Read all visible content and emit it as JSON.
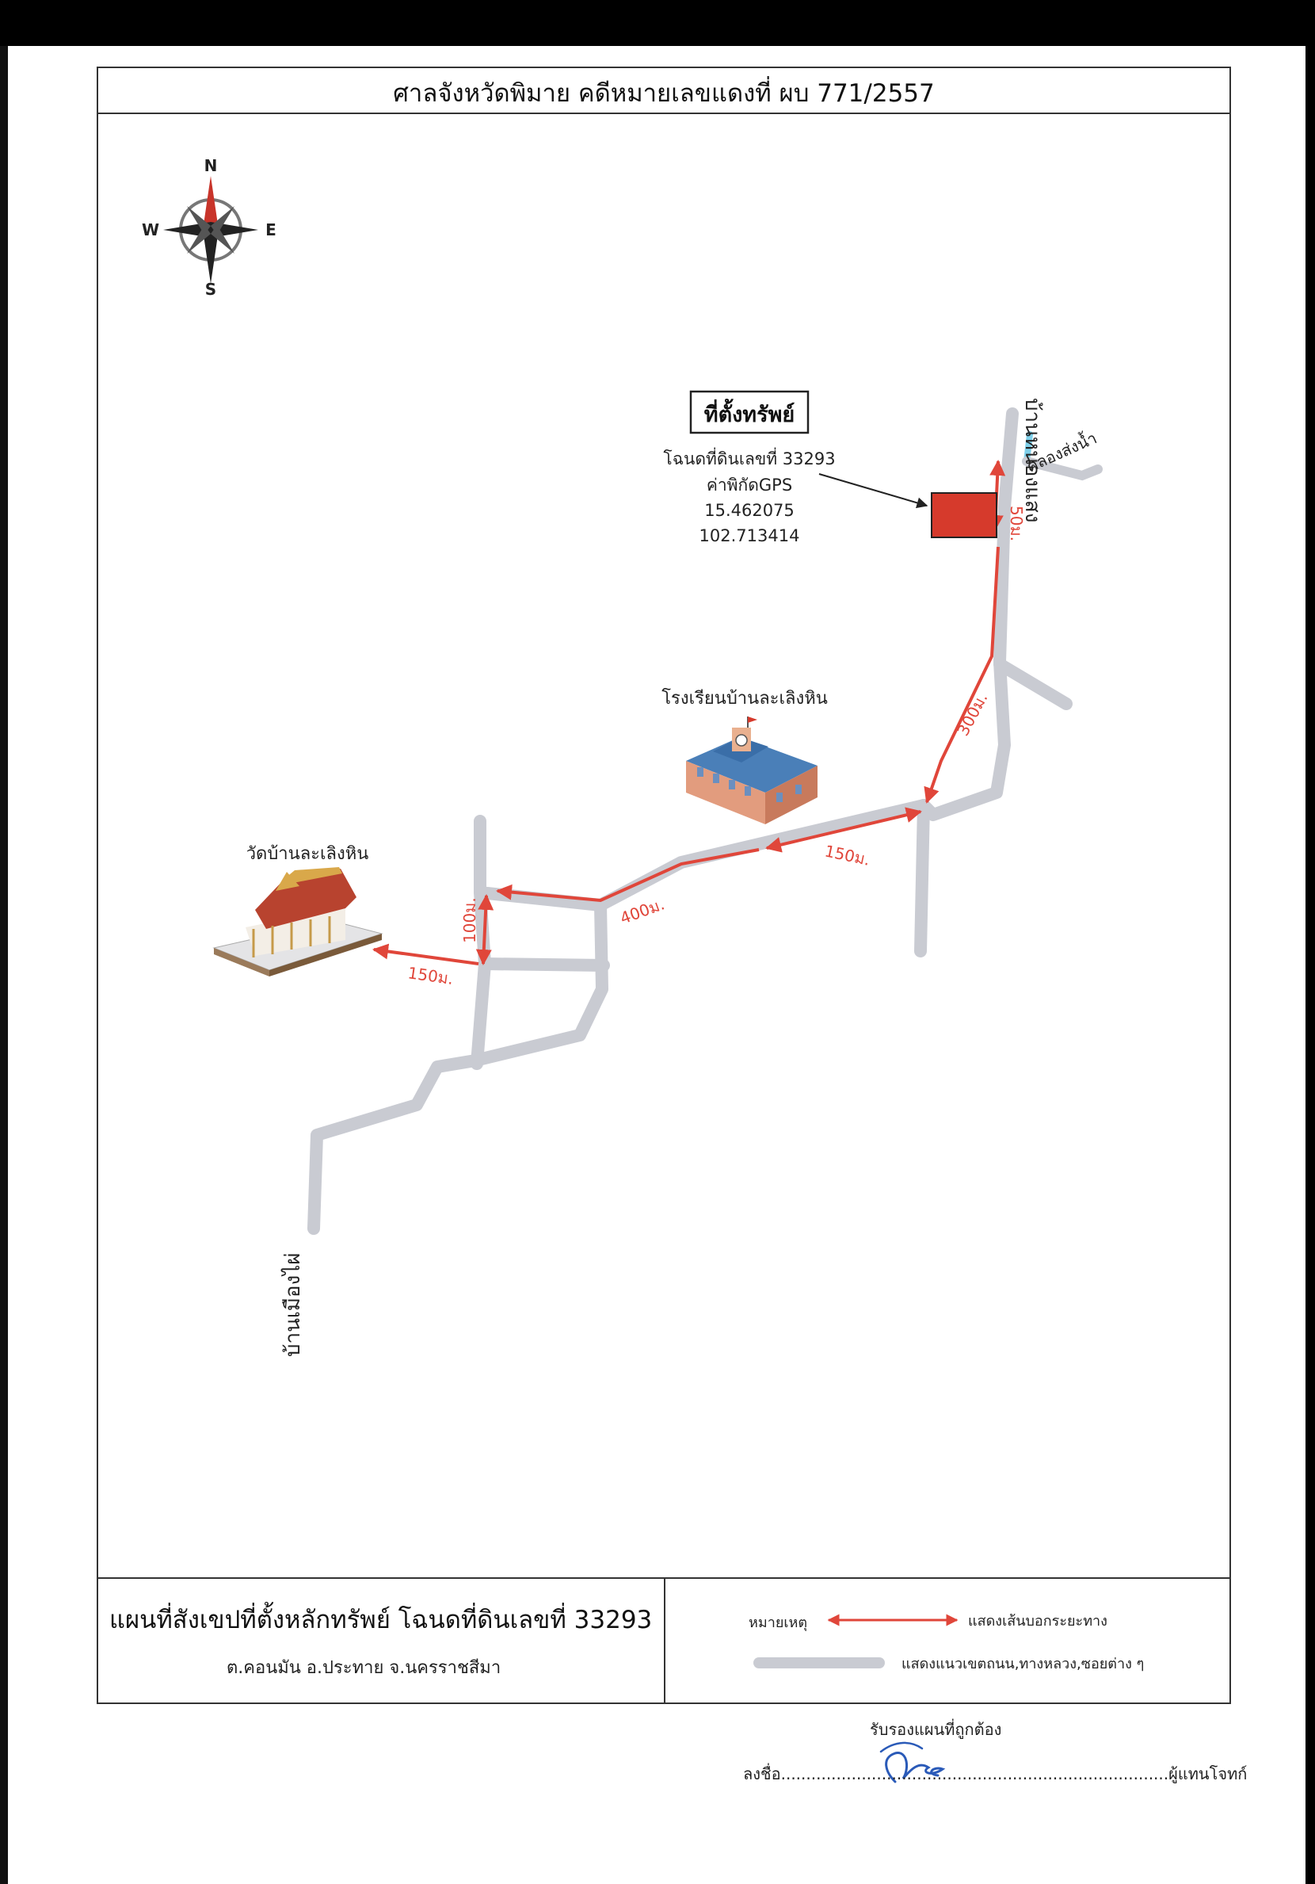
{
  "header": {
    "title": "ศาลจังหวัดพิมาย คดีหมายเลขแดงที่ ผบ 771/2557"
  },
  "compass": {
    "north": "N",
    "south": "S",
    "east": "E",
    "west": "W"
  },
  "property": {
    "box_title": "ที่ตั้งทรัพย์",
    "deed": "โฉนดที่ดินเลขที่ 33293",
    "gps_label": "ค่าพิกัดGPS",
    "lat": "15.462075",
    "lon": "102.713414",
    "marker_color": "#d63a2c"
  },
  "places": {
    "north_village": "บ้านหนองแสง",
    "canal": "คลองส่งน้ำ",
    "school": "โรงเรียนบ้านละเลิงหิน",
    "temple": "วัดบ้านละเลิงหิน",
    "south_village": "บ้านเมืองไผ่"
  },
  "distances": {
    "d50": "50ม.",
    "d300": "300ม.",
    "d150_mid": "150ม.",
    "d400": "400ม.",
    "d100": "100ม.",
    "d150_temple": "150ม."
  },
  "legend": {
    "subtitle": "แผนที่สังเขปที่ตั้งหลักทรัพย์ โฉนดที่ดินเลขที่ 33293",
    "location": "ต.คอนมัน  อ.ประทาย  จ.นครราชสีมา",
    "label": "หมายเหตุ",
    "route_text": "แสดงเส้นบอกระยะทาง",
    "road_text": "แสดงแนวเขตถนน,ทางหลวง,ซอยต่าง ๆ",
    "route_color": "#e0463a",
    "road_color": "#c9cbd2"
  },
  "signature": {
    "certify": "รับรองแผนที่ถูกต้อง",
    "sign_prefix": "ลงชื่อ",
    "sign_suffix": "ผู้แทนโจทก์",
    "signature_glyph": "อิทธิ์"
  }
}
